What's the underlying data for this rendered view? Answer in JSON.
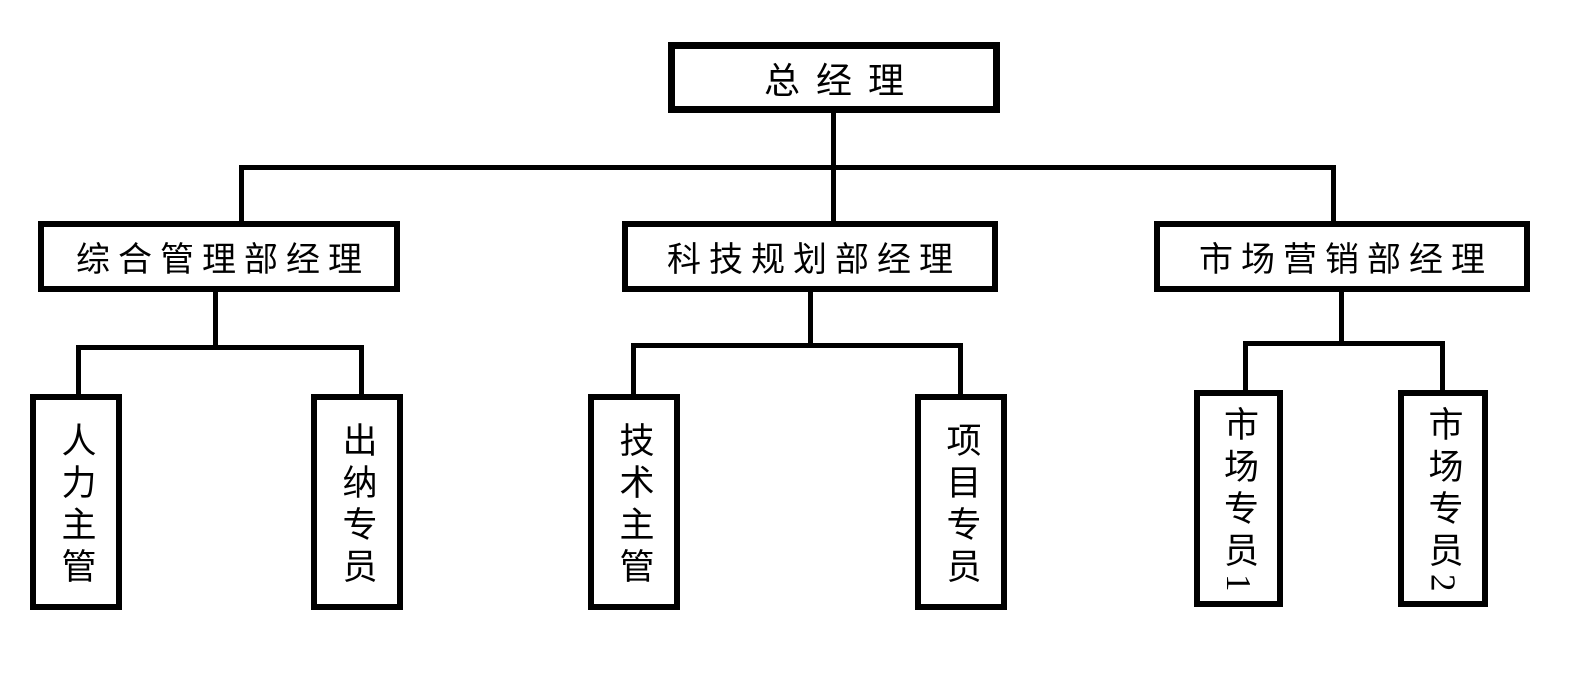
{
  "org": {
    "title": "company-organization-chart",
    "root": {
      "label": "总经理"
    },
    "departments": [
      {
        "label": "综合管理部经理",
        "children": [
          {
            "label": "人力主管"
          },
          {
            "label": "出纳专员"
          }
        ]
      },
      {
        "label": "科技规划部经理",
        "children": [
          {
            "label": "技术主管"
          },
          {
            "label": "项目专员"
          }
        ]
      },
      {
        "label": "市场营销部经理",
        "children": [
          {
            "label": "市场专员1"
          },
          {
            "label": "市场专员2"
          }
        ]
      }
    ],
    "colors": {
      "line": "#000000",
      "border": "#000000",
      "box_background": "#ffffff",
      "text": "#000000",
      "page_background": "#ffffff"
    }
  }
}
